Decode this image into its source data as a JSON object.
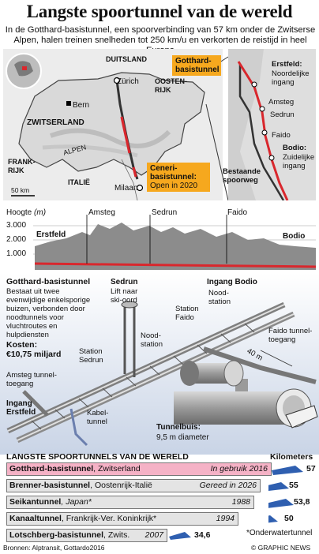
{
  "title": "Langste spoortunnel van de wereld",
  "intro": "In de Gotthard-basistunnel, een spoorverbinding van 57 km onder de Zwitserse Alpen, halen treinen snelheden tot 250 km/u en verkorten de reistijd in heel Europa",
  "map": {
    "countries": {
      "de": "DUITSLAND",
      "at": "OOSTEN-RIJK",
      "ch": "ZWITSERLAND",
      "fr": "FRANK-RIJK",
      "it": "ITALIË"
    },
    "cities": {
      "zurich": "Zürich",
      "bern": "Bern",
      "milan": "Milaan"
    },
    "alps": "ALPEN",
    "scale": "50 km",
    "callout_gotthard": "Gotthard-basistunnel",
    "callout_ceneri_title": "Ceneri-basistunnel:",
    "callout_ceneri_note": "Open in 2020"
  },
  "detail": {
    "erstfeld": "Erstfeld:",
    "north": "Noordelijke ingang",
    "amsteg": "Amsteg",
    "sedrun": "Sedrun",
    "faido": "Faido",
    "bodio": "Bodio:",
    "south": "Zuidelijke ingang",
    "existing": "Bestaande spoorweg"
  },
  "profile": {
    "ylabel": "Hoogte",
    "yunit": "(m)",
    "ticks": [
      "3.000",
      "2.000",
      "1.000"
    ],
    "top_labels": [
      "Amsteg",
      "Sedrun",
      "Faido"
    ],
    "ends": [
      "Erstfeld",
      "Bodio"
    ]
  },
  "diagram": {
    "heading": "Gotthard-basistunnel",
    "desc": "Bestaat uit twee evenwijdige enkelsporige buizen, verbonden door noodtunnels voor vluchtroutes en hulpdiensten",
    "cost_label": "Kosten:",
    "cost_value": "€10,75 miljard",
    "sedrun_title": "Sedrun",
    "sedrun_sub": "Lift naar ski-oord",
    "bodio": "Ingang Bodio",
    "nood1": "Nood-station",
    "station_faido": "Station Faido",
    "nood2": "Nood-station",
    "station_sedrun": "Station Sedrun",
    "faido_tunnel": "Faido tunnel-toegang",
    "distance": "40 m",
    "amsteg_tunnel": "Amsteg tunnel-toegang",
    "erstfeld": "Ingang Erstfeld",
    "cable": "Kabel-tunnel",
    "tube_label": "Tunnelbuis:",
    "tube_value": "9,5 m diameter"
  },
  "table": {
    "heading": "LANGSTE SPOORTUNNELS VAN DE WERELD",
    "unit": "Kilometers",
    "rows": [
      {
        "name": "Gotthard-basistunnel",
        "country": ", Zwitserland",
        "year": "In gebruik 2016",
        "km": "57"
      },
      {
        "name": "Brenner-basistunnel",
        "country": ", Oostenrijk-Italië",
        "year": "Gereed in 2026",
        "km": "55"
      },
      {
        "name": "Seikantunnel",
        "country": ", Japan*",
        "year": "1988",
        "km": "53,8"
      },
      {
        "name": "Kanaaltunnel",
        "country": ", Frankrijk-Ver. Koninkrijk*",
        "year": "1994",
        "km": "50"
      },
      {
        "name": "Lotschberg-basistunnel",
        "country": ", Zwits.",
        "year": "2007",
        "km": "34,6"
      }
    ],
    "footnote": "*Onderwatertunnel"
  },
  "sources": "Bronnen: Alptransit, Gottardo2016",
  "credit": "© GRAPHIC NEWS",
  "colors": {
    "accent": "#f6a81e",
    "track": "#d9272d",
    "profile": "#8c8c8c",
    "highlight": "#f5b2c6"
  }
}
